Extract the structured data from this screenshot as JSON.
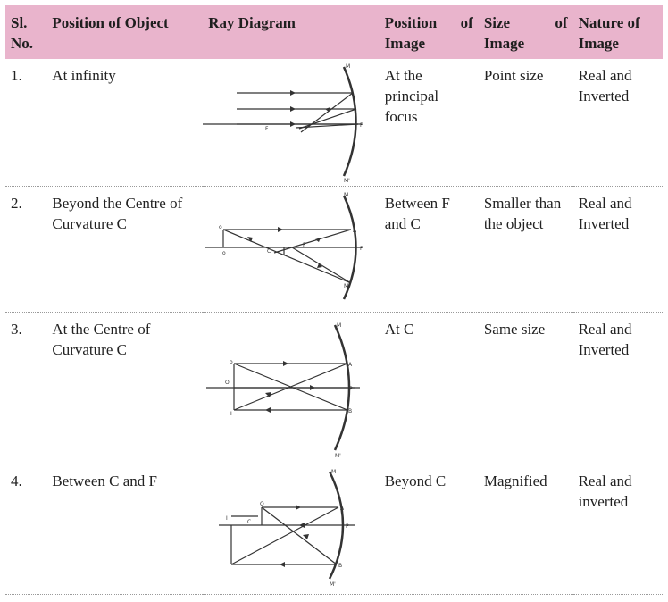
{
  "header": {
    "sl": "Sl. No.",
    "position_object": "Position of Object",
    "ray_diagram": "Ray Diagram",
    "position_image_a": "Position",
    "position_image_b": "of",
    "position_image_c": "Image",
    "size_a": "Size",
    "size_b": "of",
    "size_c": "Image",
    "nature": "Nature of Image"
  },
  "rows": [
    {
      "sl": "1.",
      "object": "At infinity",
      "image": "At the principal focus",
      "size": "Point size",
      "nature": "Real and Inverted"
    },
    {
      "sl": "2.",
      "object": "Beyond the Centre of Curvature C",
      "image": "Between F and C",
      "size": "Smaller than the object",
      "nature": "Real and Inverted"
    },
    {
      "sl": "3.",
      "object": "At the Centre of Curvature C",
      "image": "At C",
      "size": "Same size",
      "nature": "Real and Inverted"
    },
    {
      "sl": "4.",
      "object": "Between C and F",
      "image": "Beyond C",
      "size": "Magnified",
      "nature": "Real and inverted"
    }
  ],
  "diagram_labels": {
    "d1": {
      "m_top": "M",
      "m_bottom": "M'",
      "f": "F",
      "p": "P"
    },
    "d2": {
      "o": "o",
      "a_bottom": "o",
      "c": "C",
      "f": "F",
      "a": "A",
      "p": "P",
      "m_top": "M",
      "m_bottom": "M'"
    },
    "d3": {
      "o": "o",
      "o2": "O'",
      "a": "A",
      "b": "B",
      "p": "P",
      "i": "I",
      "m_top": "M",
      "m_bottom": "M'"
    },
    "d4": {
      "o": "O",
      "c": "C",
      "i": "I",
      "a": "A",
      "p": "P",
      "b": "B",
      "m_top": "M",
      "m_bottom": "M'"
    }
  }
}
